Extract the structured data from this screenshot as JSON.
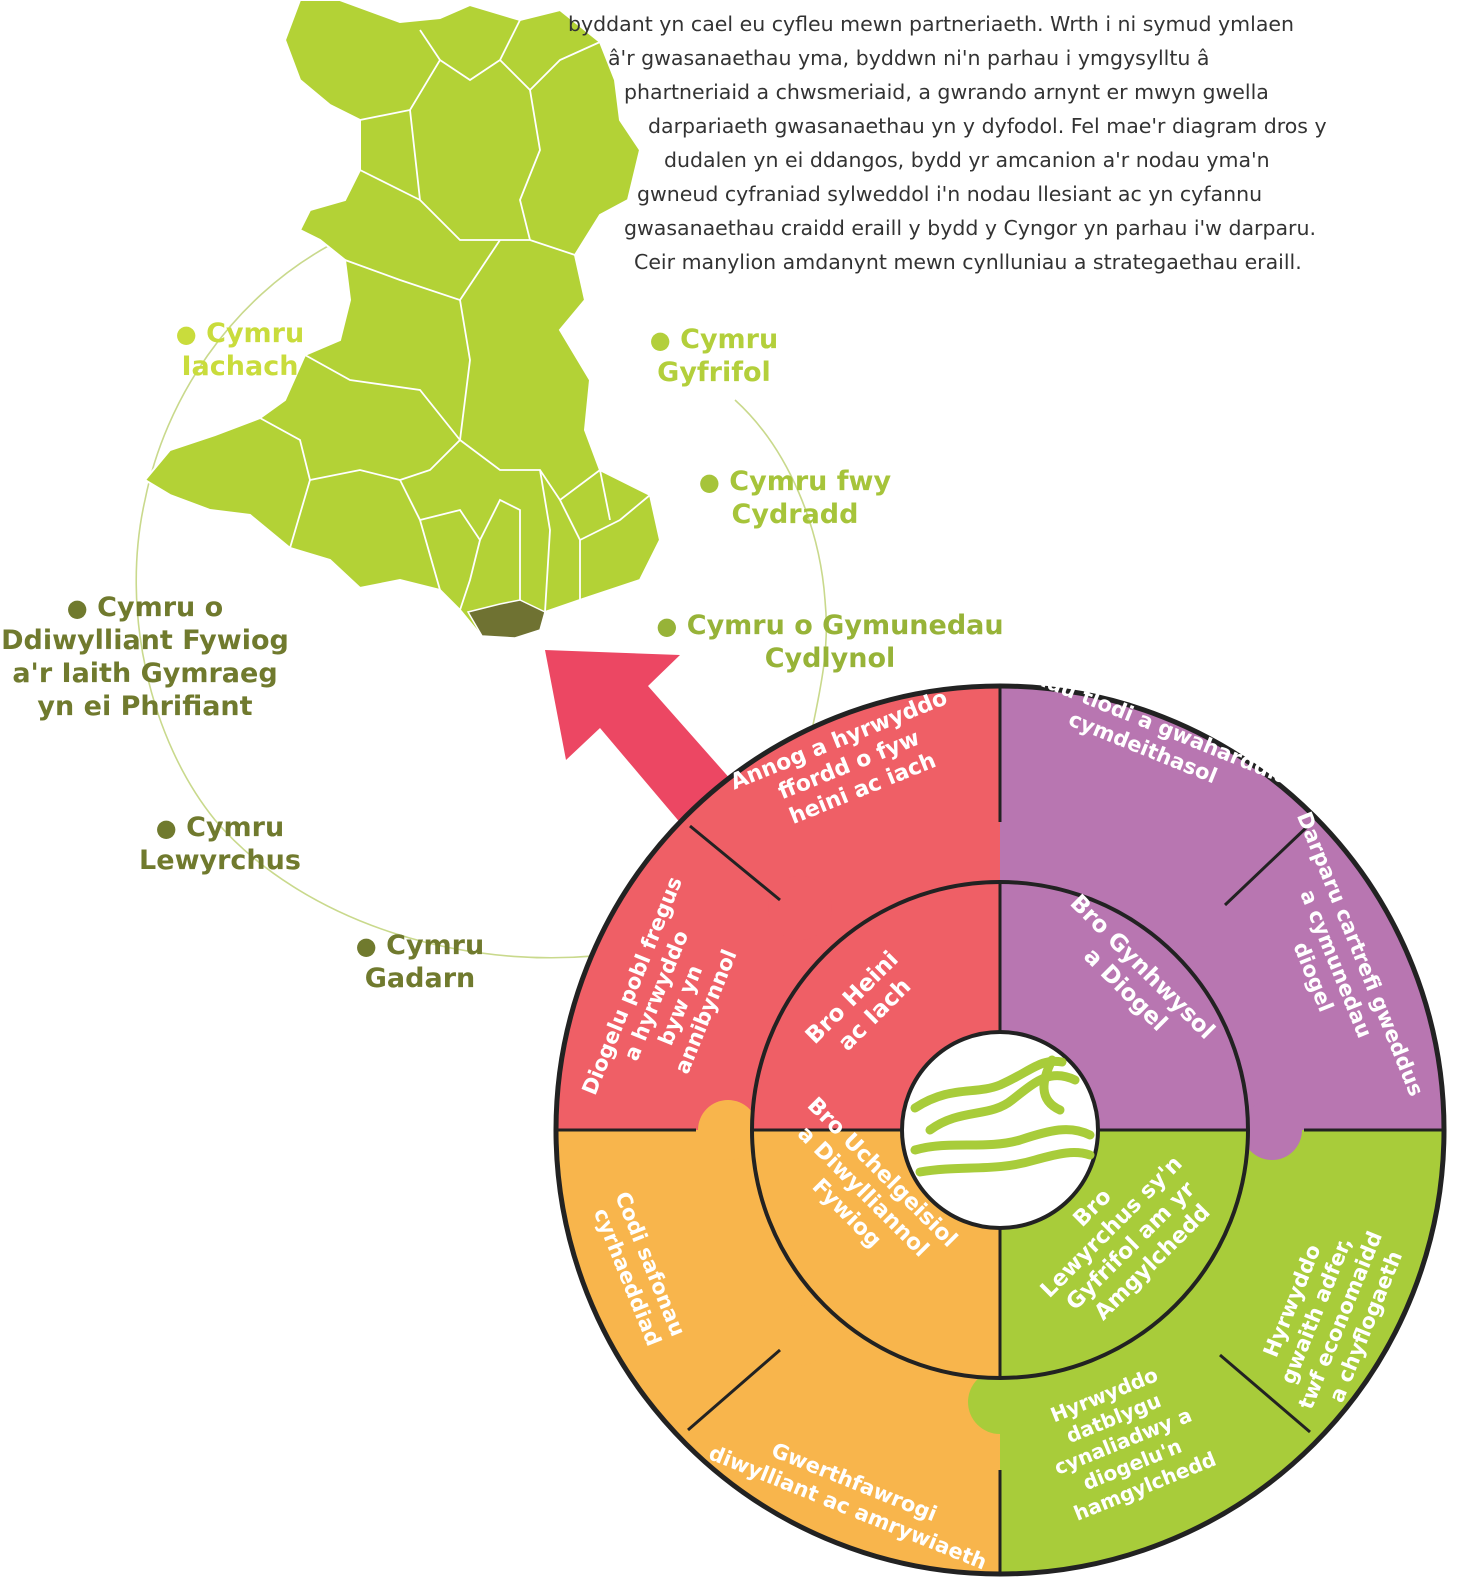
{
  "intro_lines": [
    "byddant yn cael eu cyfleu mewn partneriaeth. Wrth i ni symud ymlaen",
    "â'r gwasanaethau yma, byddwn ni'n parhau i ymgysylltu â",
    "phartneriaid a chwsmeriaid, a gwrando arnynt er mwyn gwella",
    "darpariaeth gwasanaethau yn y dyfodol. Fel mae'r diagram dros y",
    "dudalen yn ei ddangos, bydd yr amcanion a'r nodau yma'n",
    "gwneud cyfraniad sylweddol i'n nodau llesiant ac yn cyfannu",
    "gwasanaethau craidd eraill y bydd y Cyngor yn parhau i'w darparu.",
    "Ceir manylion amdanynt mewn cynlluniau a strategaethau eraill."
  ],
  "wellbeing_goals": [
    {
      "lines": [
        "Cymru",
        "Iachach"
      ],
      "color": "#c9dc3c"
    },
    {
      "lines": [
        "Cymru",
        "Gyfrifol"
      ],
      "color": "#b3cf3b"
    },
    {
      "lines": [
        "Cymru fwy",
        "Cydradd"
      ],
      "color": "#a6c43a"
    },
    {
      "lines": [
        "Cymru o Gymunedau",
        "Cydlynol"
      ],
      "color": "#97b338"
    },
    {
      "lines": [
        "Cymru o",
        "Ddiwylliant Fywiog",
        "a'r Iaith Gymraeg",
        "yn ei Phrifiant"
      ],
      "color": "#707a2e"
    },
    {
      "lines": [
        "Cymru",
        "Lewyrchus"
      ],
      "color": "#707a2e"
    },
    {
      "lines": [
        "Cymru",
        "Gadarn"
      ],
      "color": "#707a2e"
    }
  ],
  "outcomes": [
    {
      "lines": [
        "Bro Heini",
        "ac Iach"
      ],
      "color": "#ef5f66"
    },
    {
      "lines": [
        "Bro Gynhwysol",
        "a Diogel"
      ],
      "color": "#b876b1"
    },
    {
      "lines": [
        "Bro",
        "Lewyrchus sy'n",
        "Gyfrifol am yr",
        "Amgylchedd"
      ],
      "color": "#a8cc3a"
    },
    {
      "lines": [
        "Bro Uchelgeisiol",
        "a Diwylliannol",
        "Fywiog"
      ],
      "color": "#f8b54c"
    }
  ],
  "objectives": [
    {
      "lines": [
        "Annog a hyrwyddo",
        "ffordd o fyw",
        "heini ac iach"
      ],
      "color": "#ef5f66"
    },
    {
      "lines": [
        "Lleihau tlodi a gwaharddiad",
        "cymdeithasol"
      ],
      "color": "#b876b1"
    },
    {
      "lines": [
        "Darparu cartrefi gweddus",
        "a cymunedau",
        "diogel"
      ],
      "color": "#b876b1"
    },
    {
      "lines": [
        "Hyrwyddo",
        "gwaith adfer,",
        "twf economaidd",
        "a chyflogaeth"
      ],
      "color": "#a8cc3a"
    },
    {
      "lines": [
        "Hyrwyddo",
        "datblygu",
        "cynaliadwy a",
        "diogelu'n",
        "hamgylchedd"
      ],
      "color": "#a8cc3a"
    },
    {
      "lines": [
        "Gwerthfawrogi",
        "diwylliant ac amrywiaeth"
      ],
      "color": "#f8b54c"
    },
    {
      "lines": [
        "Codi safonau",
        "cyrhaeddiad"
      ],
      "color": "#f8b54c"
    },
    {
      "lines": [
        "Diogelu pobl fregus",
        "a hyrwyddo",
        "byw yn",
        "annibynnol"
      ],
      "color": "#ef5f66"
    }
  ],
  "colors": {
    "map_fill": "#b3d236",
    "map_highlight": "#6f7232",
    "arrow": "#ec4763",
    "ring_outline": "#222222",
    "label_text": "#ffffff"
  },
  "icons": [
    "wales-map",
    "waves-logo-icon",
    "bullet-dot-icon",
    "pointer-arrow-icon"
  ]
}
